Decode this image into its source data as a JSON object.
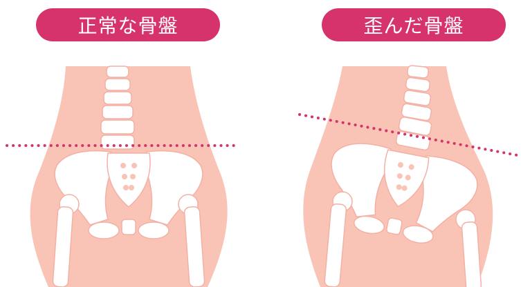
{
  "colors": {
    "accent": "#d6336c",
    "body": "#f9c3b6",
    "bone": "#ffffff",
    "bone_outline": "#f4b0a4"
  },
  "panels": [
    {
      "label": "正常な骨盤",
      "pelvis_tilt_deg": 0
    },
    {
      "label": "歪んだ骨盤",
      "pelvis_tilt_deg": 11
    }
  ]
}
